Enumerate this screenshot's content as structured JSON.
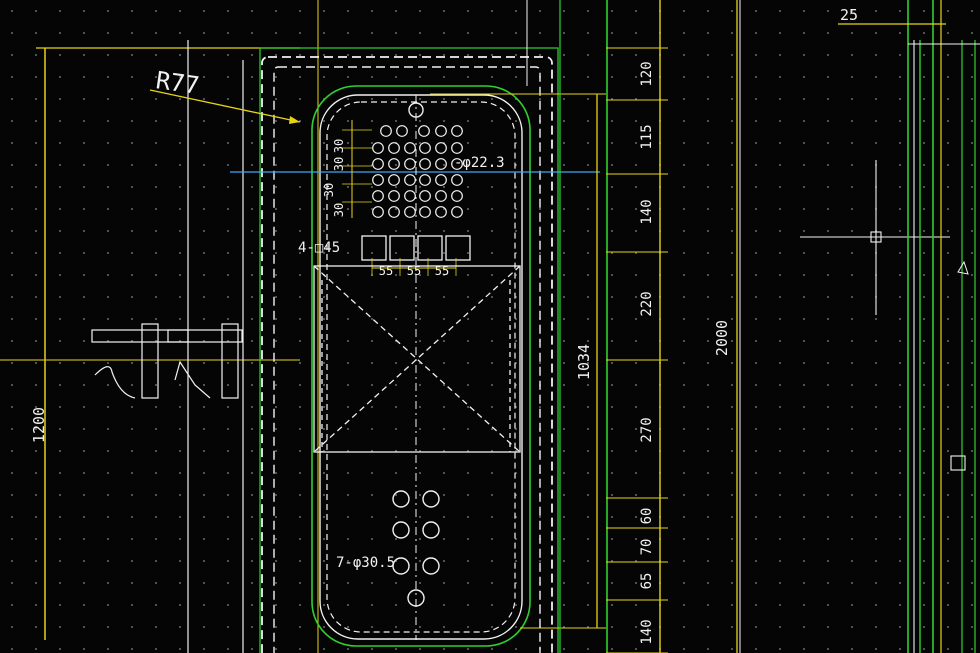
{
  "labels": {
    "radius": "R77",
    "holes_top": "-φ22.3",
    "square_holes": "4-□45",
    "holes_bottom": "7-φ30.5",
    "right_top": "25"
  },
  "dims_left": {
    "overall_height": "1200",
    "pitch_a": "30",
    "pitch_b": "30",
    "pitch_c": "30",
    "pitch_d": "30"
  },
  "dims_square": [
    "55",
    "55",
    "55"
  ],
  "dims_mid": {
    "panel_height": "1034",
    "cabinet_height": "2000"
  },
  "dims_right": [
    "120",
    "115",
    "140",
    "220",
    "270",
    "60",
    "70",
    "65",
    "140"
  ],
  "colors": {
    "dimension": "#e6d21a",
    "outline": "#f2f2f2",
    "frame": "#2fd12f",
    "center": "#3fa9f5"
  }
}
